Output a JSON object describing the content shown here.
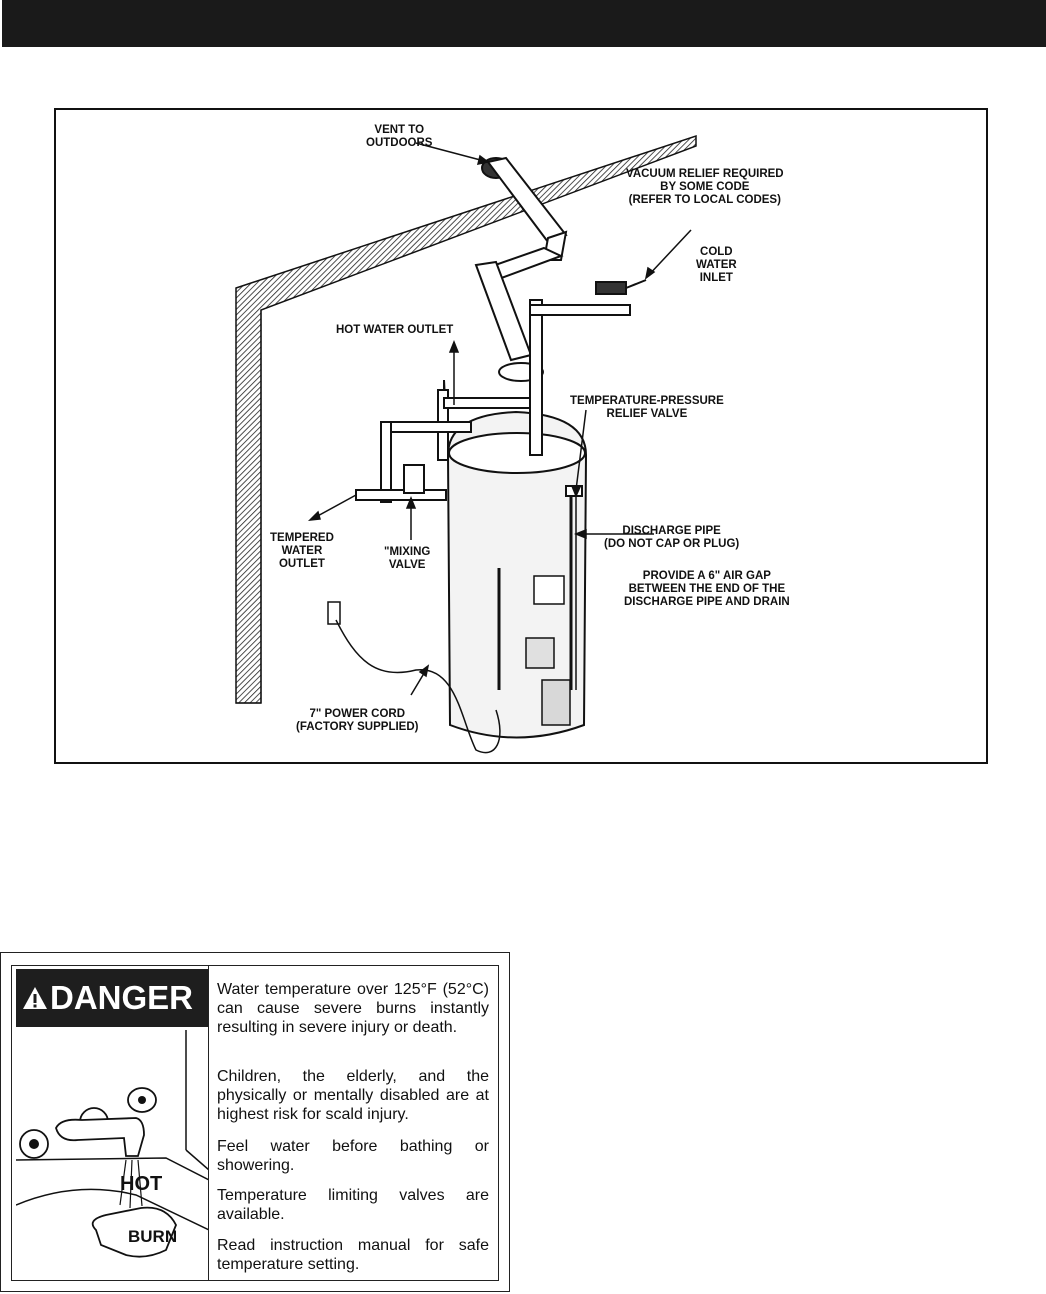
{
  "diagram": {
    "labels": {
      "vent": [
        "VENT TO",
        "OUTDOORS"
      ],
      "vacuum": [
        "VACUUM RELIEF REQUIRED",
        "BY SOME CODE",
        "(REFER TO LOCAL CODES)"
      ],
      "cold_water": [
        "COLD",
        "WATER",
        "INLET"
      ],
      "hot_water": [
        "HOT WATER OUTLET"
      ],
      "tpr": [
        "TEMPERATURE-PRESSURE",
        "RELIEF VALVE"
      ],
      "tempered": [
        "TEMPERED",
        "WATER",
        "OUTLET"
      ],
      "mixing": [
        "\"MIXING",
        "VALVE"
      ],
      "discharge": [
        "DISCHARGE PIPE",
        "(DO NOT CAP OR PLUG)"
      ],
      "air_gap": [
        "PROVIDE A 6\" AIR GAP",
        "BETWEEN THE END OF THE",
        "DISCHARGE PIPE AND DRAIN"
      ],
      "power_cord": [
        "7\" POWER CORD",
        "(FACTORY SUPPLIED)"
      ]
    }
  },
  "danger": {
    "heading": "DANGER",
    "pic_hot": "HOT",
    "pic_burn": "BURN",
    "paragraphs": [
      "Water temperature over 125°F (52°C) can cause severe burns instantly resulting in severe injury or death.",
      "Children, the elderly, and the physically or mentally disabled are at highest risk for scald injury.",
      "Feel water before bathing or showering.",
      "Temperature limiting valves are available.",
      "Read instruction manual for safe temperature setting."
    ]
  }
}
